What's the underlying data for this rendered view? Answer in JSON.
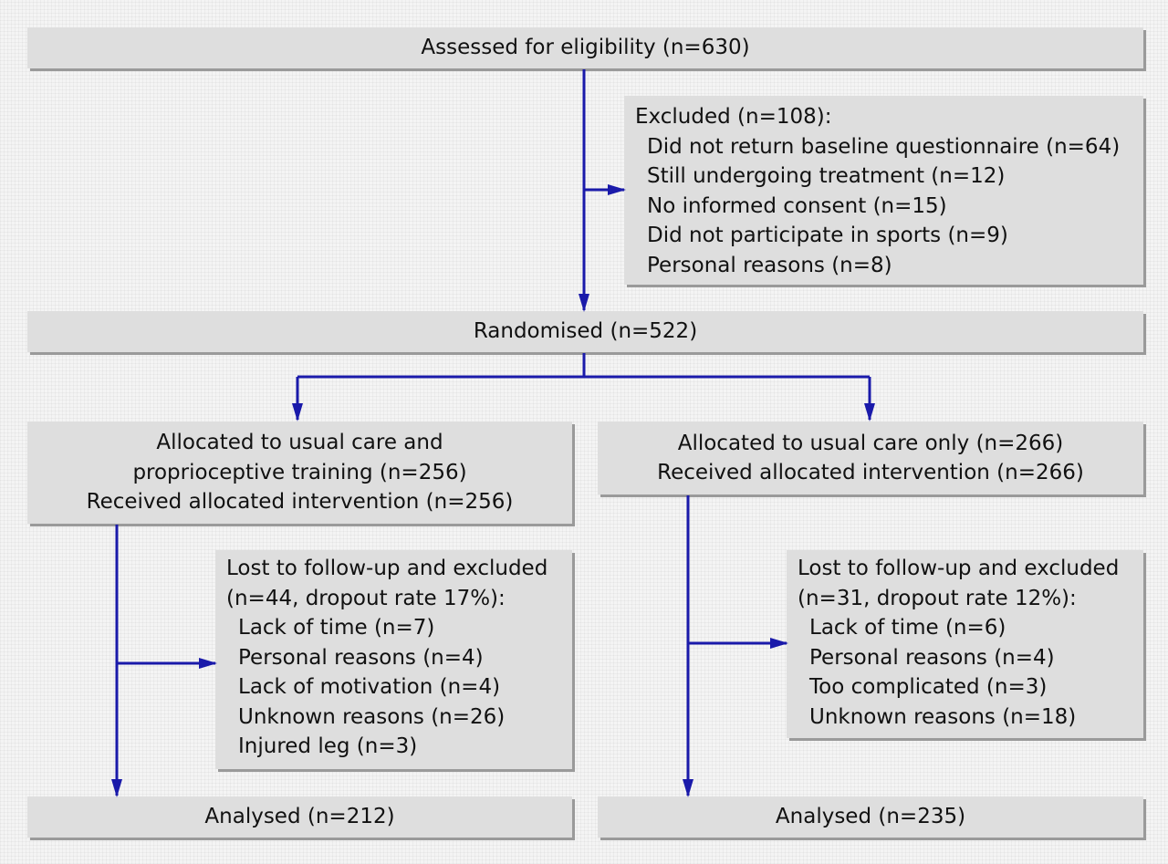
{
  "assessed": "Assessed for eligibility (n=630)",
  "excluded": {
    "title": "Excluded (n=108):",
    "items": [
      "Did not return baseline questionnaire (n=64)",
      "Still undergoing treatment (n=12)",
      "No informed consent (n=15)",
      "Did not participate in sports (n=9)",
      "Personal reasons (n=8)"
    ]
  },
  "randomised": "Randomised (n=522)",
  "left_alloc": [
    "Allocated to usual care and",
    "proprioceptive training (n=256)",
    "Received allocated intervention (n=256)"
  ],
  "right_alloc": [
    "Allocated to usual care only (n=266)",
    "Received allocated intervention (n=266)"
  ],
  "left_lost": {
    "title": [
      "Lost to follow-up and excluded",
      " (n=44, dropout rate 17%):"
    ],
    "items": [
      "Lack of time (n=7)",
      "Personal reasons (n=4)",
      "Lack of motivation (n=4)",
      "Unknown reasons (n=26)",
      "Injured leg (n=3)"
    ]
  },
  "right_lost": {
    "title": [
      "Lost to follow-up and excluded",
      " (n=31, dropout rate 12%):"
    ],
    "items": [
      "Lack of time (n=6)",
      "Personal reasons (n=4)",
      "Too complicated (n=3)",
      "Unknown reasons (n=18)"
    ]
  },
  "left_analysed": "Analysed (n=212)",
  "right_analysed": "Analysed (n=235)",
  "colors": {
    "arrow": "#1a1aaa",
    "box": "#dedede",
    "shadow": "#9a9a9a"
  }
}
